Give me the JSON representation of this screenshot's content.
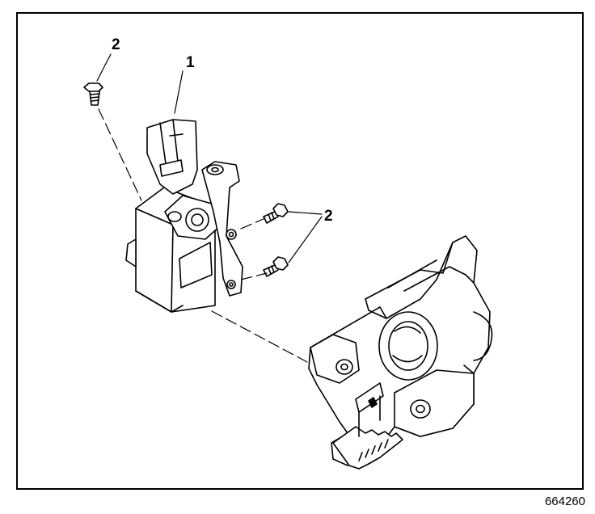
{
  "diagram": {
    "callouts": {
      "part_1": "1",
      "part_2_top": "2",
      "part_2_right": "2"
    },
    "figure_number": "664260"
  },
  "colors": {
    "line": "#000000",
    "background": "#ffffff"
  }
}
